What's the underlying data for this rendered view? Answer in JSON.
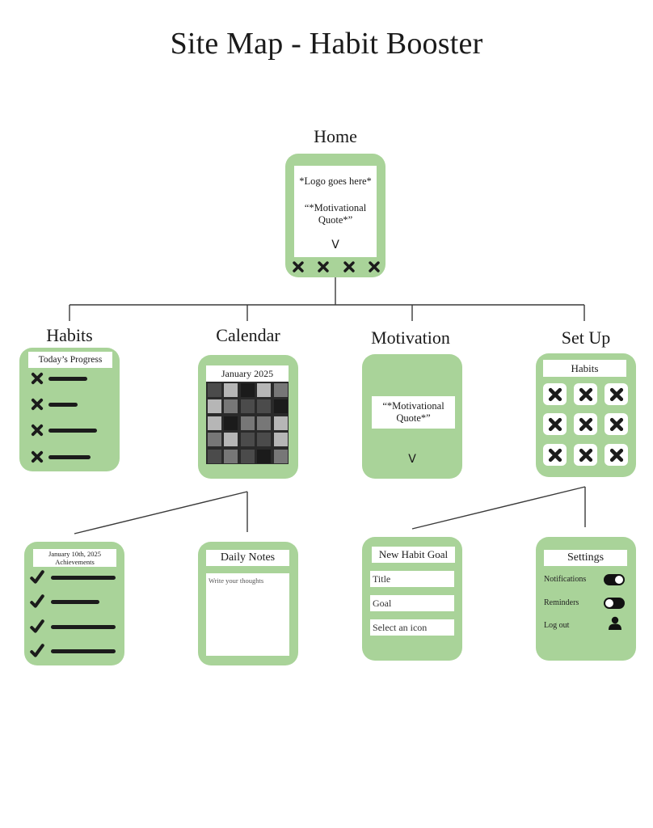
{
  "title": "Site Map - Habit Booster",
  "colors": {
    "card_green": "#a9d399",
    "panel_white": "#ffffff",
    "ink": "#1b1b1b",
    "line": "#3a3a3a"
  },
  "home": {
    "label": "Home",
    "logo_text": "*Logo goes here*",
    "quote_line1": "“*Motivational",
    "quote_line2": "Quote*”",
    "chevron": "V",
    "nav_icons": [
      "x-icon",
      "x-icon",
      "x-icon",
      "x-icon"
    ]
  },
  "habits": {
    "label": "Habits",
    "header": "Today’s Progress",
    "items": [
      {
        "icon": "x-icon",
        "bar_fraction": 0.6
      },
      {
        "icon": "x-icon",
        "bar_fraction": 0.45
      },
      {
        "icon": "x-icon",
        "bar_fraction": 0.75
      },
      {
        "icon": "x-icon",
        "bar_fraction": 0.65
      }
    ]
  },
  "calendar": {
    "label": "Calendar",
    "month": "January 2025",
    "grid": [
      [
        "dark",
        "light",
        "black",
        "light",
        "mid"
      ],
      [
        "light",
        "mid",
        "dark",
        "dark",
        "black"
      ],
      [
        "light",
        "black",
        "mid",
        "mid",
        "light"
      ],
      [
        "mid",
        "light",
        "dark",
        "dark",
        "light"
      ],
      [
        "dark",
        "mid",
        "dark",
        "black",
        "mid"
      ]
    ],
    "shades": {
      "black": "#1b1b1b",
      "dark": "#4b4b4b",
      "mid": "#777777",
      "light": "#b6b6b6"
    }
  },
  "motivation": {
    "label": "Motivation",
    "quote_line1": "“*Motivational",
    "quote_line2": "Quote*”",
    "chevron": "V"
  },
  "setup": {
    "label": "Set Up",
    "header": "Habits",
    "tiles": [
      "x-icon",
      "x-icon",
      "x-icon",
      "x-icon",
      "x-icon",
      "x-icon",
      "x-icon",
      "x-icon",
      "x-icon"
    ]
  },
  "achievements": {
    "date": "January 10th, 2025",
    "header": "Achievements",
    "items": [
      {
        "icon": "check-icon",
        "bar_fraction": 0.8
      },
      {
        "icon": "check-icon",
        "bar_fraction": 0.6
      },
      {
        "icon": "check-icon",
        "bar_fraction": 0.8
      },
      {
        "icon": "check-icon",
        "bar_fraction": 0.8
      }
    ]
  },
  "daily_notes": {
    "header": "Daily Notes",
    "placeholder": "Write your thoughts"
  },
  "new_habit_goal": {
    "header": "New Habit Goal",
    "fields": [
      {
        "placeholder": "Title"
      },
      {
        "placeholder": "Goal"
      },
      {
        "placeholder": "Select an icon"
      }
    ]
  },
  "settings": {
    "header": "Settings",
    "rows": [
      {
        "label": "Notifications",
        "control": "toggle",
        "on": true
      },
      {
        "label": "Reminders",
        "control": "toggle",
        "on": false
      },
      {
        "label": "Log out",
        "control": "user-icon"
      }
    ]
  }
}
